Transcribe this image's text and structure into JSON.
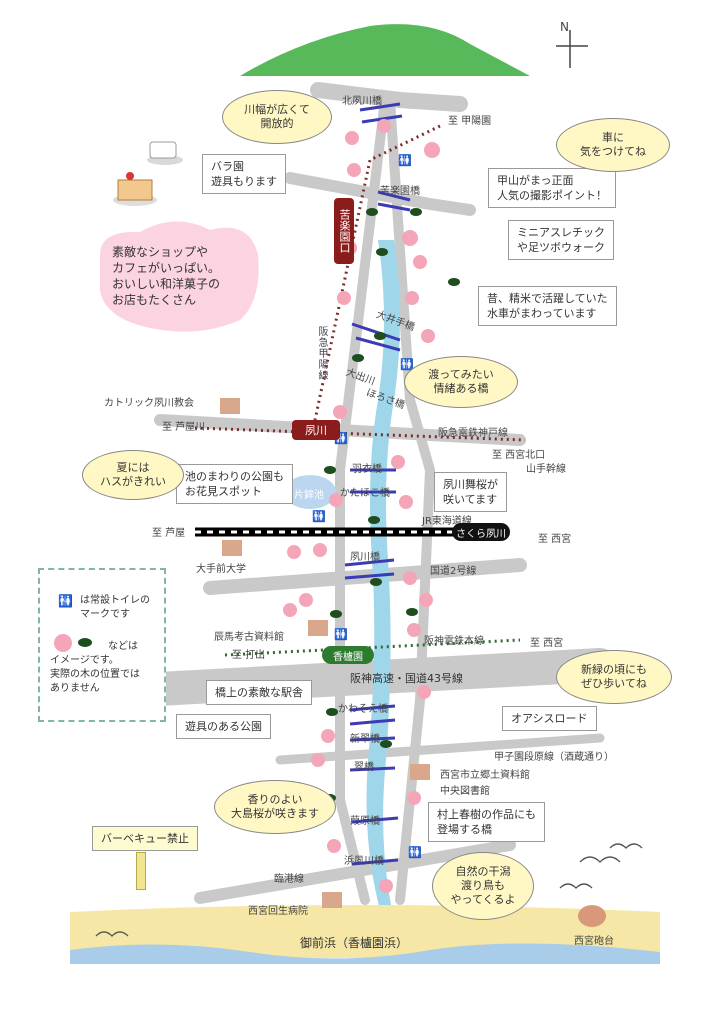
{
  "compass": {
    "label": "N"
  },
  "map": {
    "rivers": {
      "main": "夙川"
    },
    "bridges": {
      "kitashukugawa": "北夙川橋",
      "kuraku": "苦楽園橋",
      "oi": "大井手橋",
      "taide": "大出川",
      "horosa": "ほろさ橋",
      "hane": "羽衣橋",
      "katahoko": "かたほこ橋",
      "shukugawa": "夙川橋",
      "kawazoe": "かわそえ橋",
      "shinsui": "新翠橋",
      "sui": "翠橋",
      "yokohara": "葭原橋",
      "hamashukugawa": "浜夙川橋"
    },
    "lines": {
      "kurakuen_line": "阪急甲陽線",
      "hankyu_kobe": "阪急電鉄神戸線",
      "jr": "JR東海道線",
      "kokudo2": "国道2号線",
      "hanshin": "阪神電鉄本線",
      "hanshin_highway": "阪神高速・国道43号線",
      "koshien": "甲子園段原線（酒蔵通り）",
      "rinko": "臨港線",
      "yamate": "山手幹線"
    },
    "directions": {
      "koyoen": "至 甲陽園",
      "ashiya_top": "至 芦屋川",
      "nishinomiya_kitaguchi": "至 西宮北口",
      "ashiya": "至 芦屋",
      "nishinomiya": "至 西宮",
      "uchide": "至 打出",
      "nishinomiya2": "至 西宮"
    },
    "stations": {
      "kurakuenguchi": "苦楽園口",
      "shukugawa": "夙川",
      "sakura_shukugawa": "さくら夙川",
      "koroen": "香櫨園"
    },
    "places": {
      "church": "カトリック夙川教会",
      "otemae": "大手前大学",
      "tatsuuma": "辰馬考古資料館",
      "kyodo": "西宮市立郷土資料館",
      "library": "中央図書館",
      "hospital": "西宮回生病院",
      "hoodai": "西宮砲台",
      "beach": "御前浜（香櫨園浜）",
      "pond": "片鉾池"
    },
    "boxes": {
      "bara": [
        "バラ園",
        "遊具もります"
      ],
      "kanzan": [
        "甲山がまっ正面",
        "人気の撮影ポイント！"
      ],
      "mini": [
        "ミニアスレチック",
        "や足ツボウォーク"
      ],
      "suisha": [
        "昔、精米で活躍していた",
        "水車がまわっています"
      ],
      "pond_park": [
        "池のまわりの公園も",
        "お花見スポット"
      ],
      "maizakura": [
        "夙川舞桜が",
        "咲いてます"
      ],
      "ekisha": [
        "橋上の素敵な駅舎"
      ],
      "yugu": [
        "遊具のある公園"
      ],
      "oasis": [
        "オアシスロード"
      ],
      "murakami": [
        "村上春樹の作品にも",
        "登場する橋"
      ],
      "bbq": [
        "バーベキュー禁止"
      ]
    },
    "bubbles": {
      "kawahaba": [
        "川幅が広くて",
        "開放的"
      ],
      "kuruma": [
        "車に",
        "気をつけてね"
      ],
      "watatte": [
        "渡ってみたい",
        "情緒ある橋"
      ],
      "hasu": [
        "夏には",
        "ハスがきれい"
      ],
      "shinryoku": [
        "新緑の頃にも",
        "ぜひ歩いてね"
      ],
      "oshima": [
        "香りのよい",
        "大島桜が咲きます"
      ],
      "higata": [
        "自然の干潟",
        "渡り鳥も",
        "やってくるよ"
      ]
    },
    "cloud_note": [
      "素敵なショップや",
      "カフェがいっぱい。",
      "おいしい和洋菓子の",
      "お店もたくさん"
    ],
    "legend": {
      "toilet": [
        "は常設トイレの",
        "マークです"
      ],
      "trees": [
        "などは",
        "イメージです。",
        "実際の木の位置では",
        "ありません"
      ]
    }
  },
  "colors": {
    "river": "#9fd6ea",
    "road": "#c9c9c9",
    "rail": "#7a2e2e",
    "mountain": "#58b95b",
    "beach": "#f6e7a6",
    "sea": "#a9cce8",
    "sakura": "#f4a6b8",
    "station": "#7a1f1f"
  }
}
